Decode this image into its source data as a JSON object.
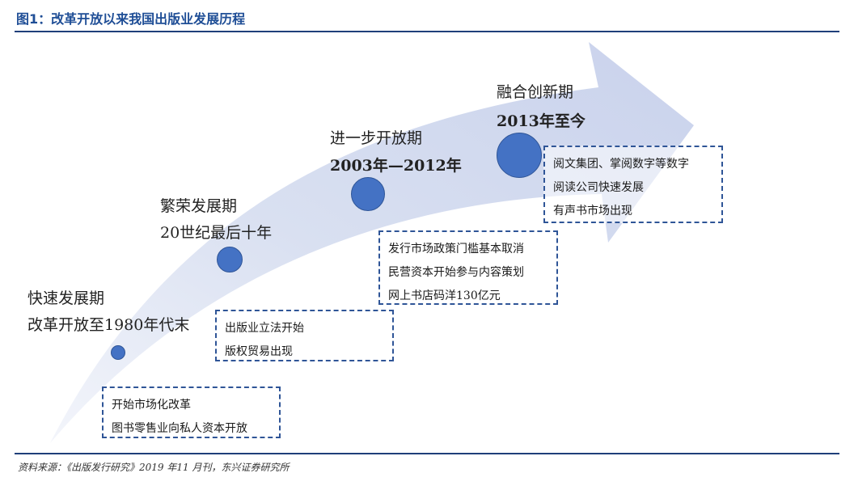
{
  "figure": {
    "title": "图1：改革开放以来我国出版业发展历程",
    "source": "资料来源：《出版发行研究》2019 年11 月刊，东兴证券研究所"
  },
  "phases": [
    {
      "name": "快速发展期",
      "years": "改革开放至1980年代末",
      "notes": [
        "开始市场化改革",
        "图书零售业向私人资本开放"
      ]
    },
    {
      "name": "繁荣发展期",
      "years": "20世纪最后十年",
      "notes": [
        "出版业立法开始",
        "版权贸易出现"
      ]
    },
    {
      "name": "进一步开放期",
      "years": "2003年—2012年",
      "notes": [
        "发行市场政策门槛基本取消",
        "民营资本开始参与内容策划",
        "网上书店码洋130亿元"
      ]
    },
    {
      "name": "融合创新期",
      "years": "2013年至今",
      "notes": [
        "阅文集团、掌阅数字等数字",
        "阅读公司快速发展",
        "有声书市场出现"
      ]
    }
  ]
}
